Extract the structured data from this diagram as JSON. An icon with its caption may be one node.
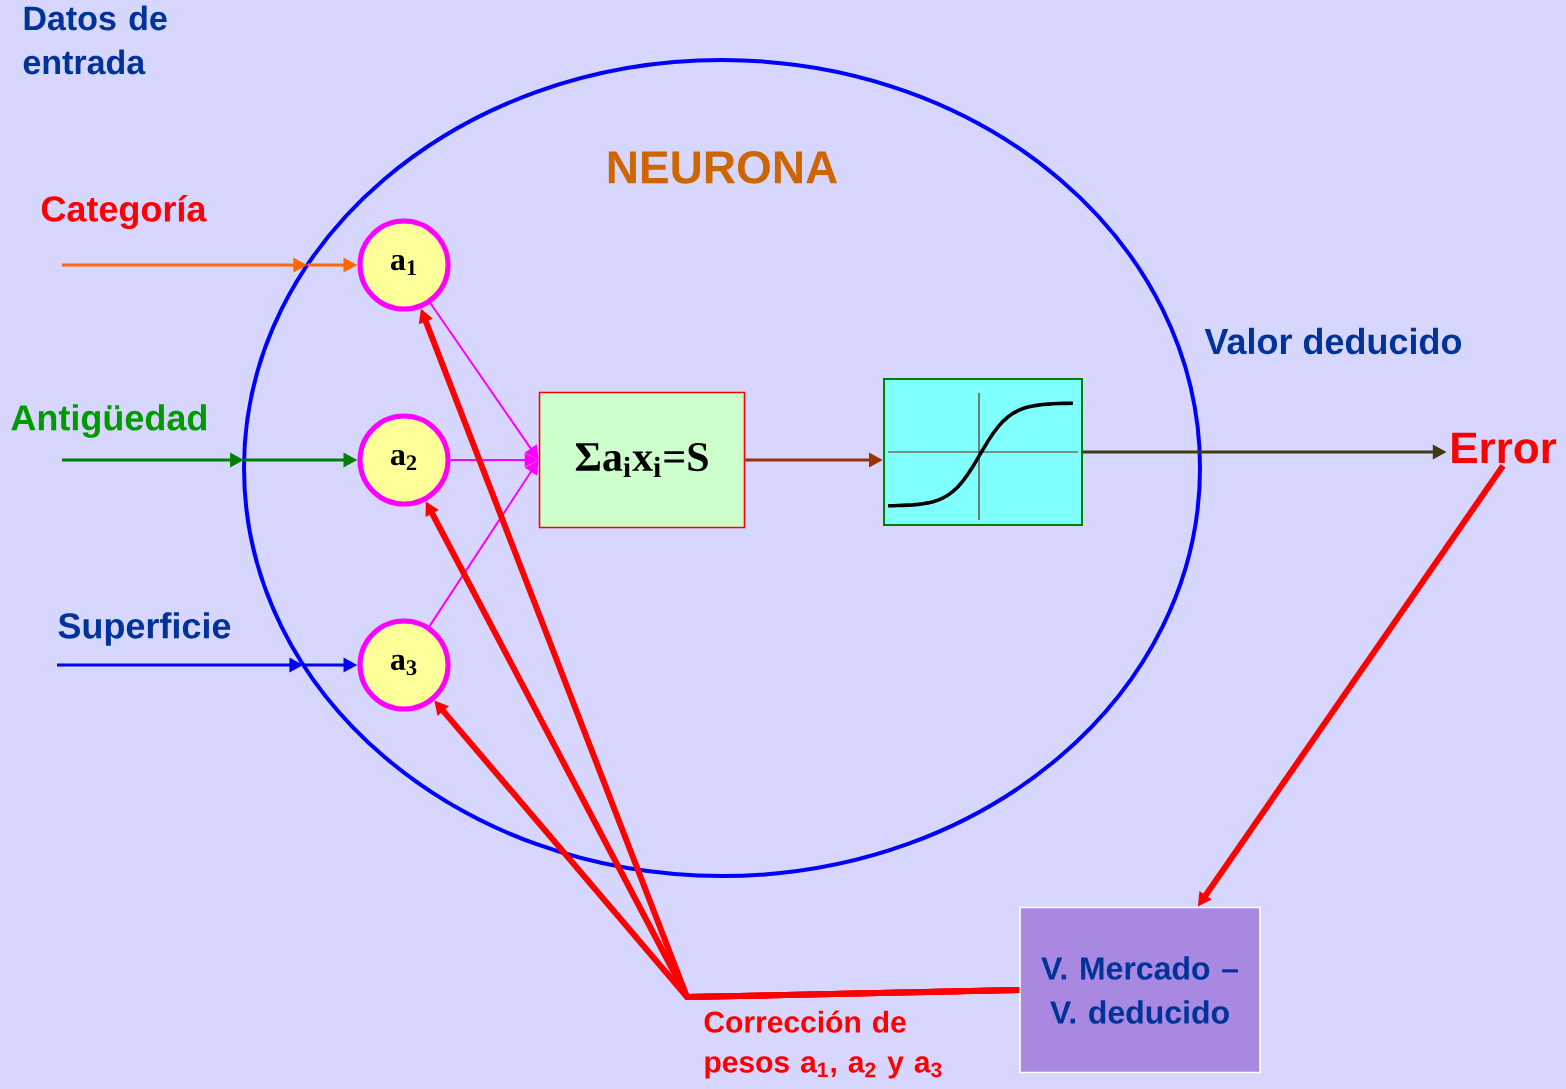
{
  "diagram": {
    "nodes": [
      {
        "text": [
          "NEURONA"
        ]
      },
      {
        "text": [
          "a$_{1}$"
        ],
        "in": 0
      },
      {
        "text": [
          "a$_{2}$"
        ],
        "in": 0
      },
      {
        "text": [
          "a$_{3}$"
        ],
        "in": 0
      },
      {
        "text": [
          "Σa$_{i}$x$_{i}$=S"
        ],
        "in": 0
      },
      {
        "text": [],
        "shape": "picture",
        "in": 0
      },
      {
        "text": [
          "Error"
        ]
      },
      {
        "text": [
          "V. Mercado – V. deducido"
        ]
      }
    ],
    "edges": [
      {
        "from": null,
        "to": 1,
        "arrow": "to",
        "label": "Categoría",
        "color": "#ff6600"
      },
      {
        "from": null,
        "to": 2,
        "arrow": "to",
        "label": "Antigüedad",
        "color": "#008000"
      },
      {
        "from": null,
        "to": 3,
        "arrow": "to",
        "label": "Superficie",
        "color": "#0000ff"
      },
      {
        "from": 1,
        "to": 4,
        "arrow": "to",
        "color": "#ff00ff"
      },
      {
        "from": 2,
        "to": 4,
        "arrow": "to",
        "color": "#ff00ff"
      },
      {
        "from": 3,
        "to": 4,
        "arrow": "to",
        "color": "#ff00ff"
      },
      {
        "from": 4,
        "to": 5,
        "arrow": "to",
        "color": "#993300"
      },
      {
        "from": 5,
        "to": 6,
        "arrow": "to",
        "label": "Valor deducido",
        "color": "#403a10"
      },
      {
        "from": 6,
        "to": 7,
        "arrow": "to",
        "style": "thick",
        "color": "#ff0000"
      },
      {
        "from": 7,
        "to": 1,
        "arrow": "to",
        "style": "thick",
        "color": "#ff0000"
      },
      {
        "from": 7,
        "to": 2,
        "arrow": "to",
        "style": "thick",
        "color": "#ff0000"
      },
      {
        "from": 7,
        "to": 3,
        "arrow": "to",
        "style": "thick",
        "color": "#ff0000"
      }
    ],
    "labels": [
      "Datos de entrada",
      "Corrección de pesos a$_{1}$, a$_{2}$ y a$_{3}$"
    ]
  }
}
